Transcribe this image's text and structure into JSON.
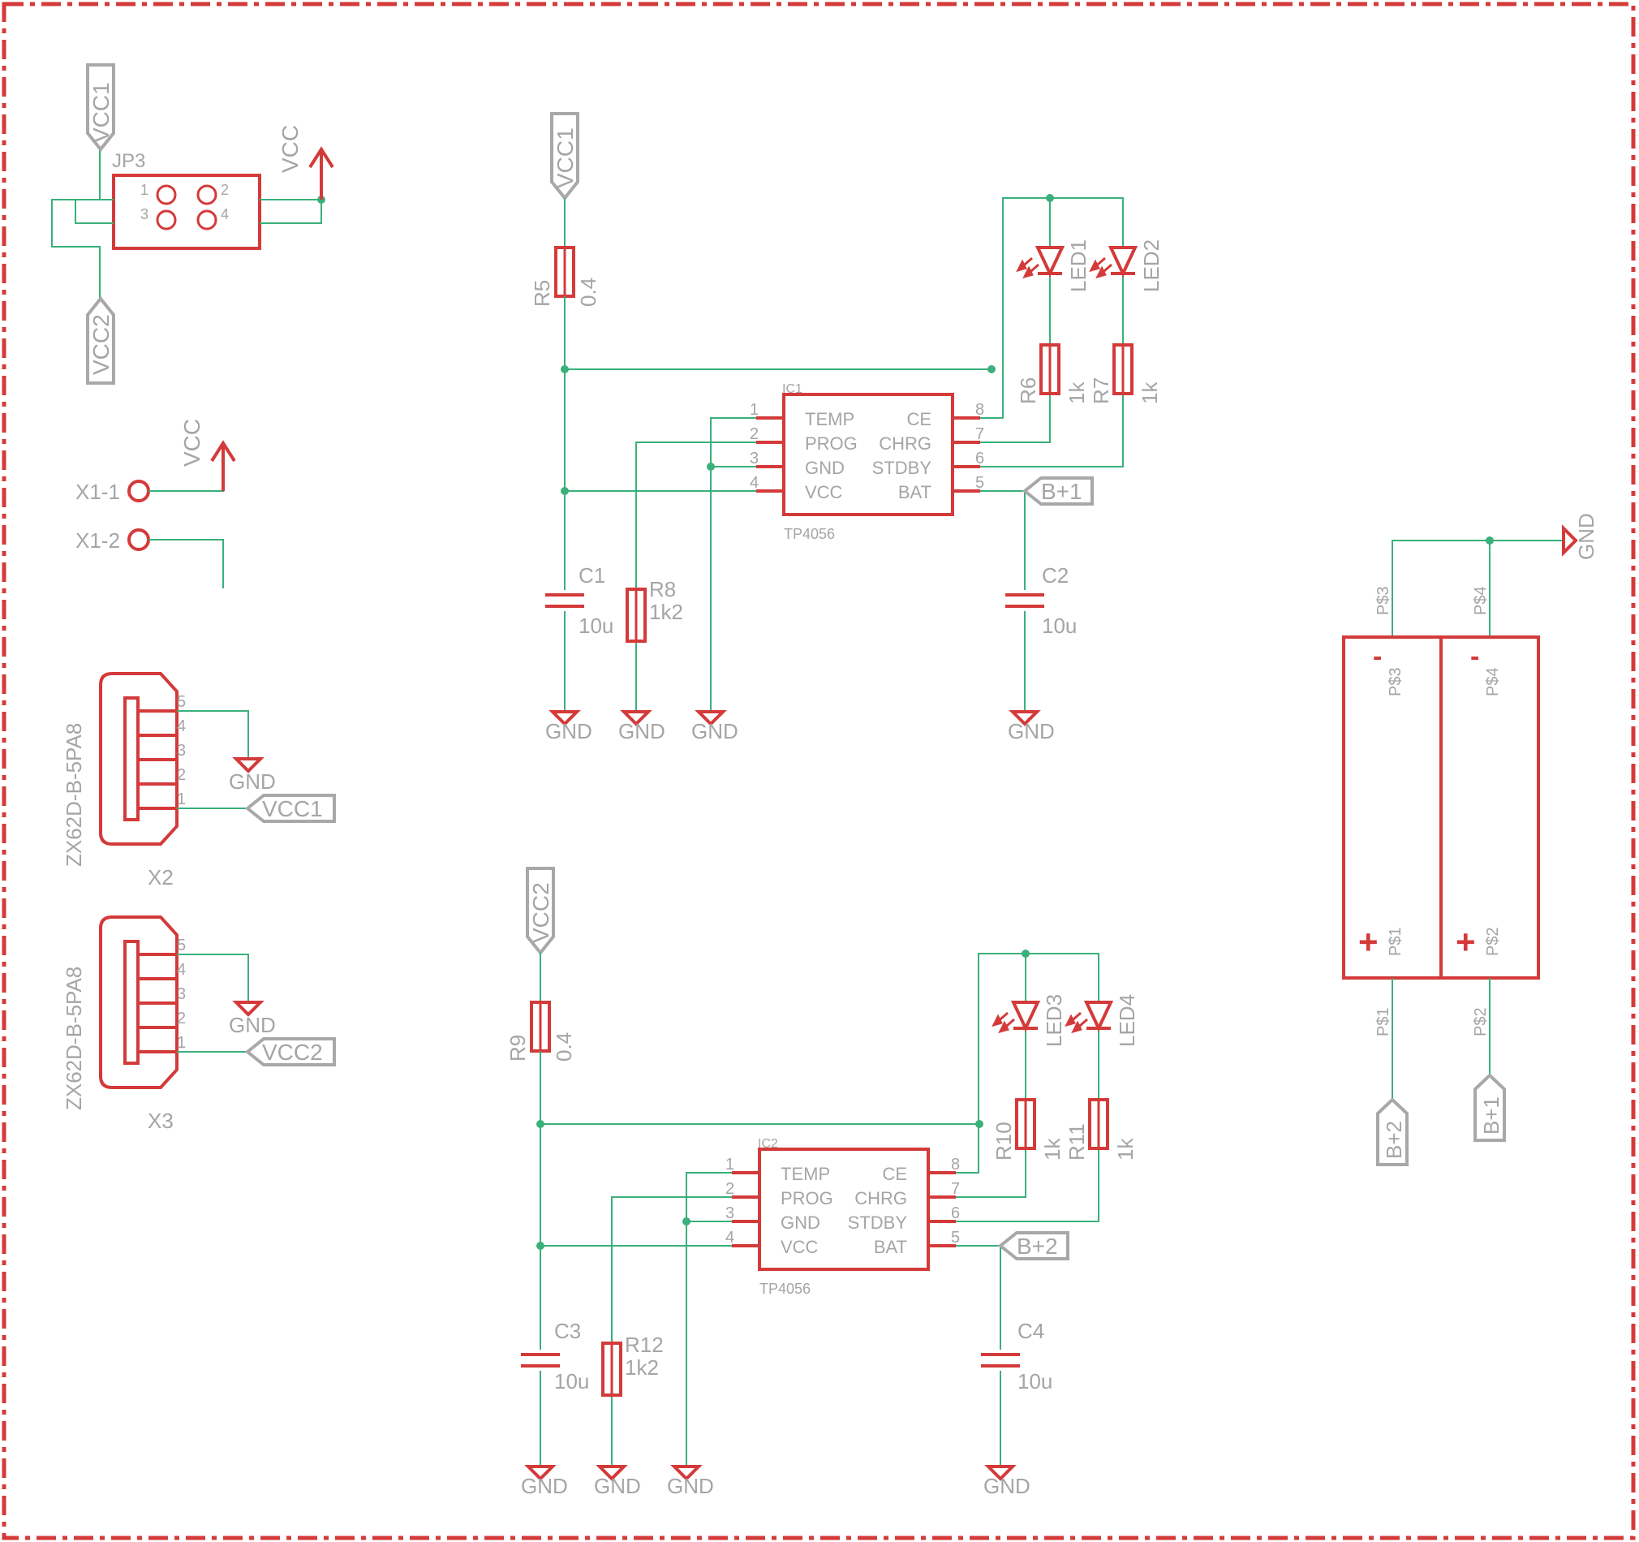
{
  "nets": {
    "vcc": "VCC",
    "vcc1": "VCC1",
    "vcc2": "VCC2",
    "gnd": "GND",
    "bplus1": "B+1",
    "bplus2": "B+2"
  },
  "jp3": {
    "name": "JP3",
    "pins": [
      "1",
      "2",
      "3",
      "4"
    ]
  },
  "x1": {
    "pin1": "X1-1",
    "pin2": "X1-2"
  },
  "x2": {
    "name": "X2",
    "value": "ZX62D-B-5PA8",
    "pins": [
      "5",
      "4",
      "3",
      "2",
      "1"
    ]
  },
  "x3": {
    "name": "X3",
    "value": "ZX62D-B-5PA8",
    "pins": [
      "5",
      "4",
      "3",
      "2",
      "1"
    ]
  },
  "ic1": {
    "name": "IC1",
    "value": "TP4056",
    "pins_left": [
      {
        "num": "1",
        "name": "TEMP"
      },
      {
        "num": "2",
        "name": "PROG"
      },
      {
        "num": "3",
        "name": "GND"
      },
      {
        "num": "4",
        "name": "VCC"
      }
    ],
    "pins_right": [
      {
        "num": "8",
        "name": "CE"
      },
      {
        "num": "7",
        "name": "CHRG"
      },
      {
        "num": "6",
        "name": "STDBY"
      },
      {
        "num": "5",
        "name": "BAT"
      }
    ]
  },
  "ic2": {
    "name": "IC2",
    "value": "TP4056",
    "pins_left": [
      {
        "num": "1",
        "name": "TEMP"
      },
      {
        "num": "2",
        "name": "PROG"
      },
      {
        "num": "3",
        "name": "GND"
      },
      {
        "num": "4",
        "name": "VCC"
      }
    ],
    "pins_right": [
      {
        "num": "8",
        "name": "CE"
      },
      {
        "num": "7",
        "name": "CHRG"
      },
      {
        "num": "6",
        "name": "STDBY"
      },
      {
        "num": "5",
        "name": "BAT"
      }
    ]
  },
  "r5": {
    "name": "R5",
    "value": "0.4"
  },
  "r9": {
    "name": "R9",
    "value": "0.4"
  },
  "r6": {
    "name": "R6",
    "value": "1k"
  },
  "r7": {
    "name": "R7",
    "value": "1k"
  },
  "r10": {
    "name": "R10",
    "value": "1k"
  },
  "r11": {
    "name": "R11",
    "value": "1k"
  },
  "r8": {
    "name": "R8",
    "value": "1k2"
  },
  "r12": {
    "name": "R12",
    "value": "1k2"
  },
  "c1": {
    "name": "C1",
    "value": "10u"
  },
  "c2": {
    "name": "C2",
    "value": "10u"
  },
  "c3": {
    "name": "C3",
    "value": "10u"
  },
  "c4": {
    "name": "C4",
    "value": "10u"
  },
  "led1": "LED1",
  "led2": "LED2",
  "led3": "LED3",
  "led4": "LED4",
  "battery": {
    "pads": {
      "p1": "P$1",
      "p2": "P$2",
      "p3": "P$3",
      "p4": "P$4"
    },
    "minus": "-",
    "plus": "+"
  },
  "colors": {
    "symbol": "#d43a3a",
    "wire": "#3ab07a",
    "label": "#a5a5a5",
    "background": "#ffffff"
  }
}
